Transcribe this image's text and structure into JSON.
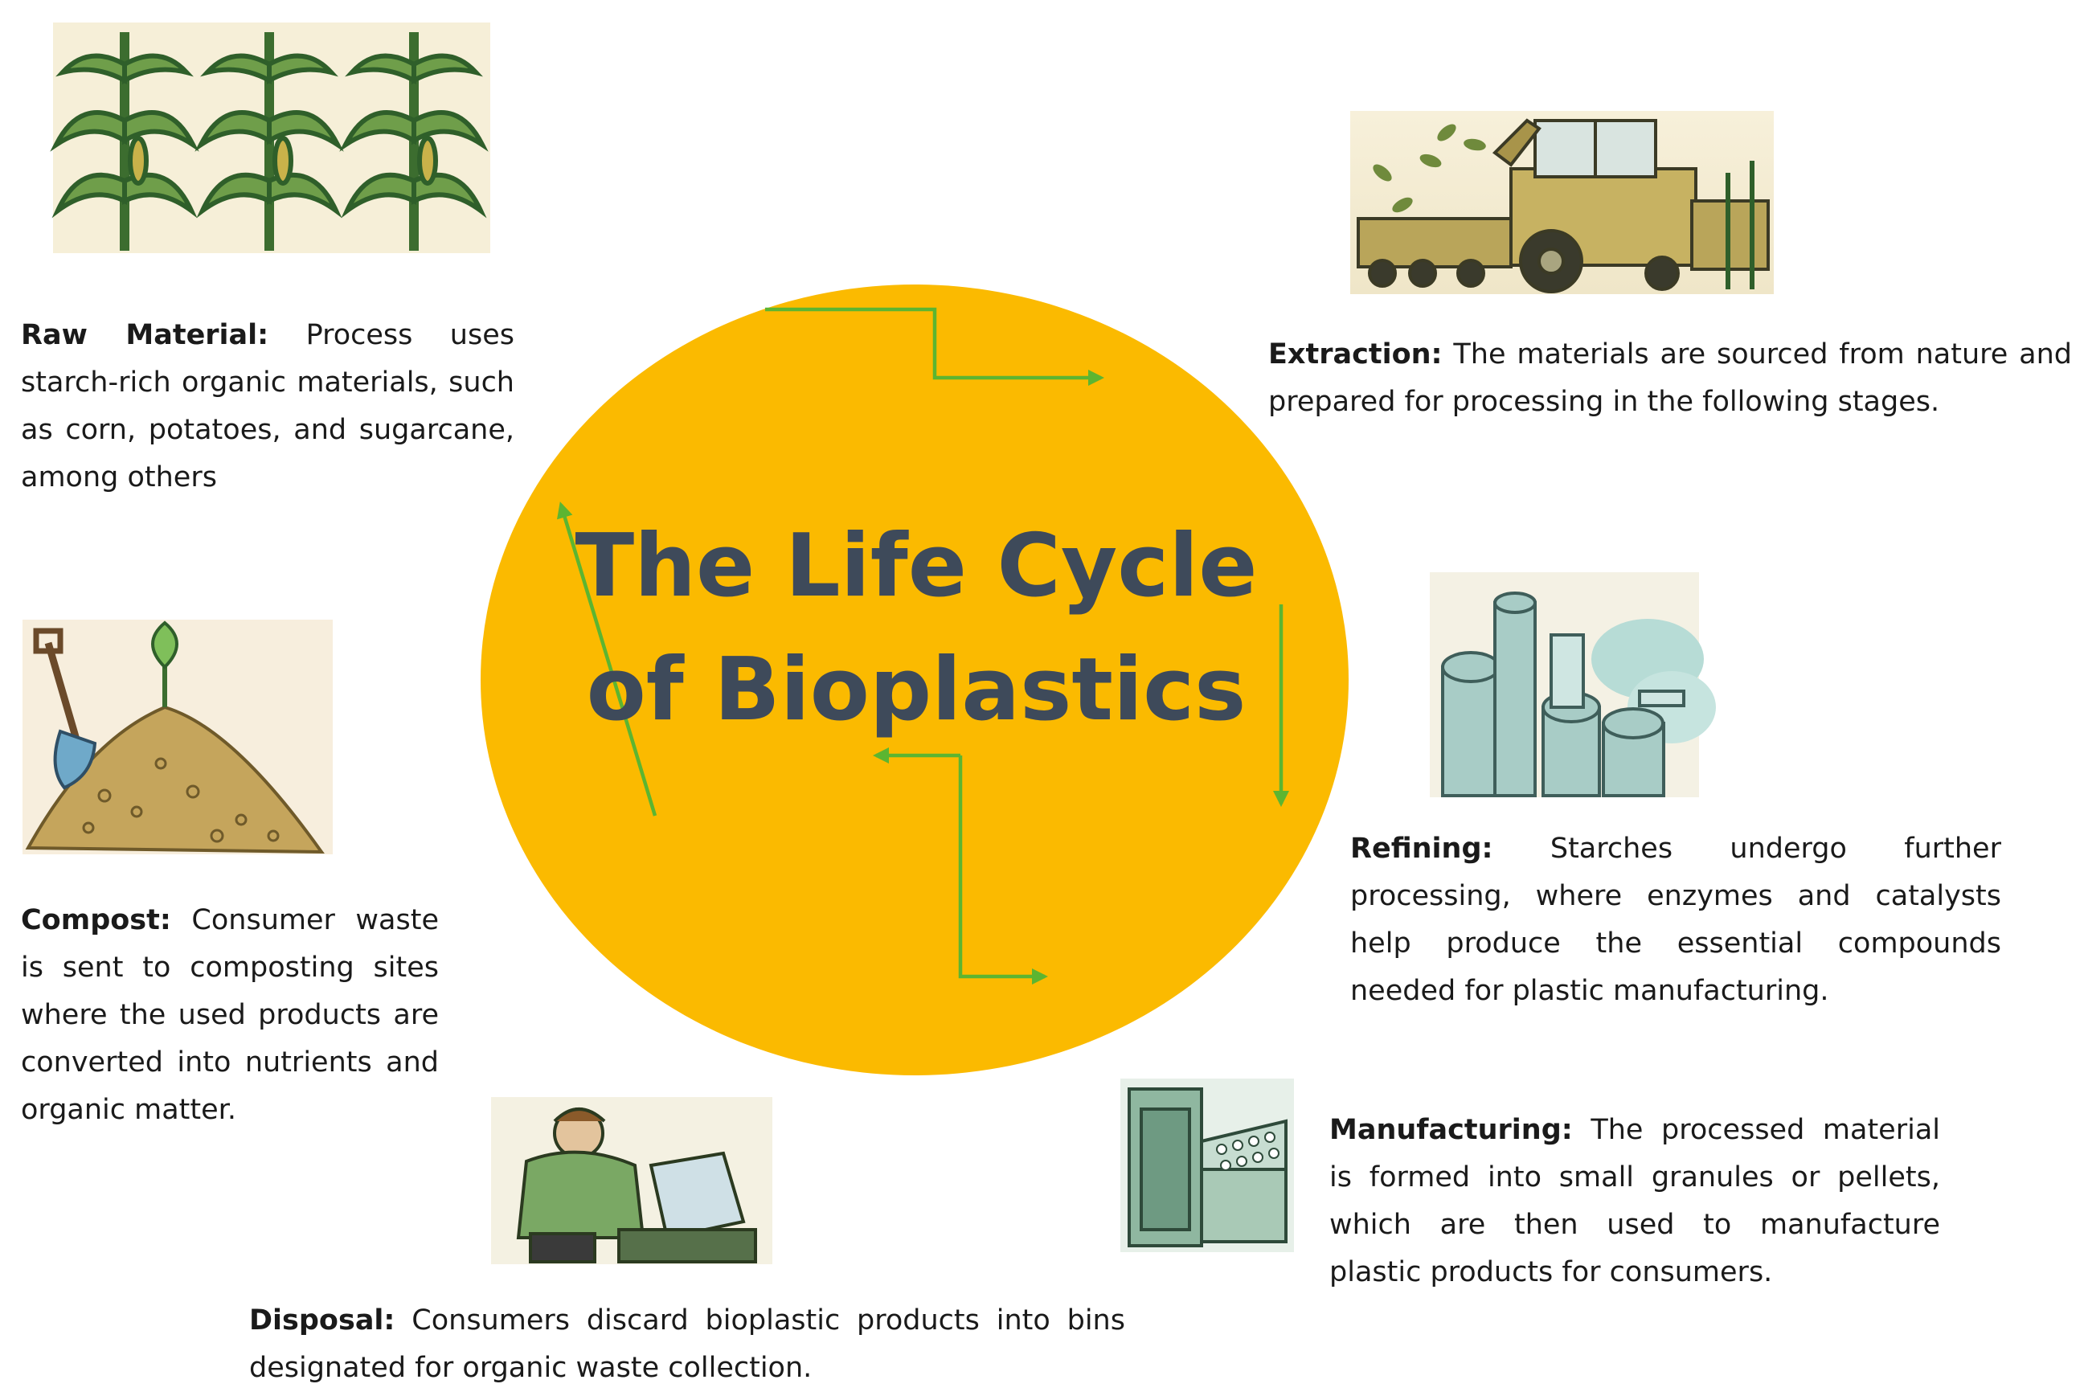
{
  "title": {
    "line1": "The Life Cycle",
    "line2": "of Bioplastics"
  },
  "colors": {
    "circle": "#FBBA00",
    "arrow": "#5CB531",
    "title": "#3E4A5A"
  },
  "stages": {
    "raw_material": {
      "label": "Raw Material:",
      "text": "Process uses starch-rich organic materials, such as corn, potatoes, and sugarcane, among others",
      "icon": "corn-plants-icon"
    },
    "extraction": {
      "label": "Extraction:",
      "text": "The materials are sourced from nature and prepared for processing in the following stages.",
      "icon": "harvester-icon"
    },
    "refining": {
      "label": "Refining:",
      "text": "Starches undergo further processing, where enzymes and catalysts help produce the essential compounds needed for plastic manufacturing.",
      "icon": "refinery-icon"
    },
    "manufacturing": {
      "label": "Manufacturing:",
      "text": "The processed material is formed into small granules or pellets, which are then used to manufacture plastic products for consumers.",
      "icon": "pellet-machine-icon"
    },
    "disposal": {
      "label": "Disposal:",
      "text": "Consumers discard bioplastic products into bins designated for organic waste collection.",
      "icon": "person-disposing-icon"
    },
    "compost": {
      "label": "Compost:",
      "text": "Consumer waste is sent to composting sites where the used products are converted into nutrients and organic matter.",
      "icon": "compost-pile-icon"
    }
  }
}
